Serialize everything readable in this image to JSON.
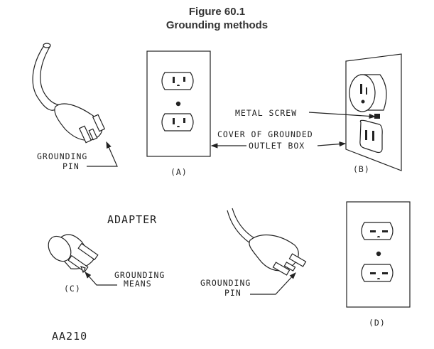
{
  "figure": {
    "number": "Figure 60.1",
    "title": "Grounding methods",
    "code": "AA210"
  },
  "labels": {
    "grounding_pin_1": [
      "GROUNDING",
      "PIN"
    ],
    "panel_a": "(A)",
    "metal_screw": "METAL SCREW",
    "cover_box": [
      "COVER OF GROUNDED",
      "OUTLET BOX"
    ],
    "panel_b": "(B)",
    "adapter": "ADAPTER",
    "grounding_means": [
      "GROUNDING",
      "MEANS"
    ],
    "panel_c": "(C)",
    "grounding_pin_2": [
      "GROUNDING",
      "PIN"
    ],
    "panel_d": "(D)"
  }
}
